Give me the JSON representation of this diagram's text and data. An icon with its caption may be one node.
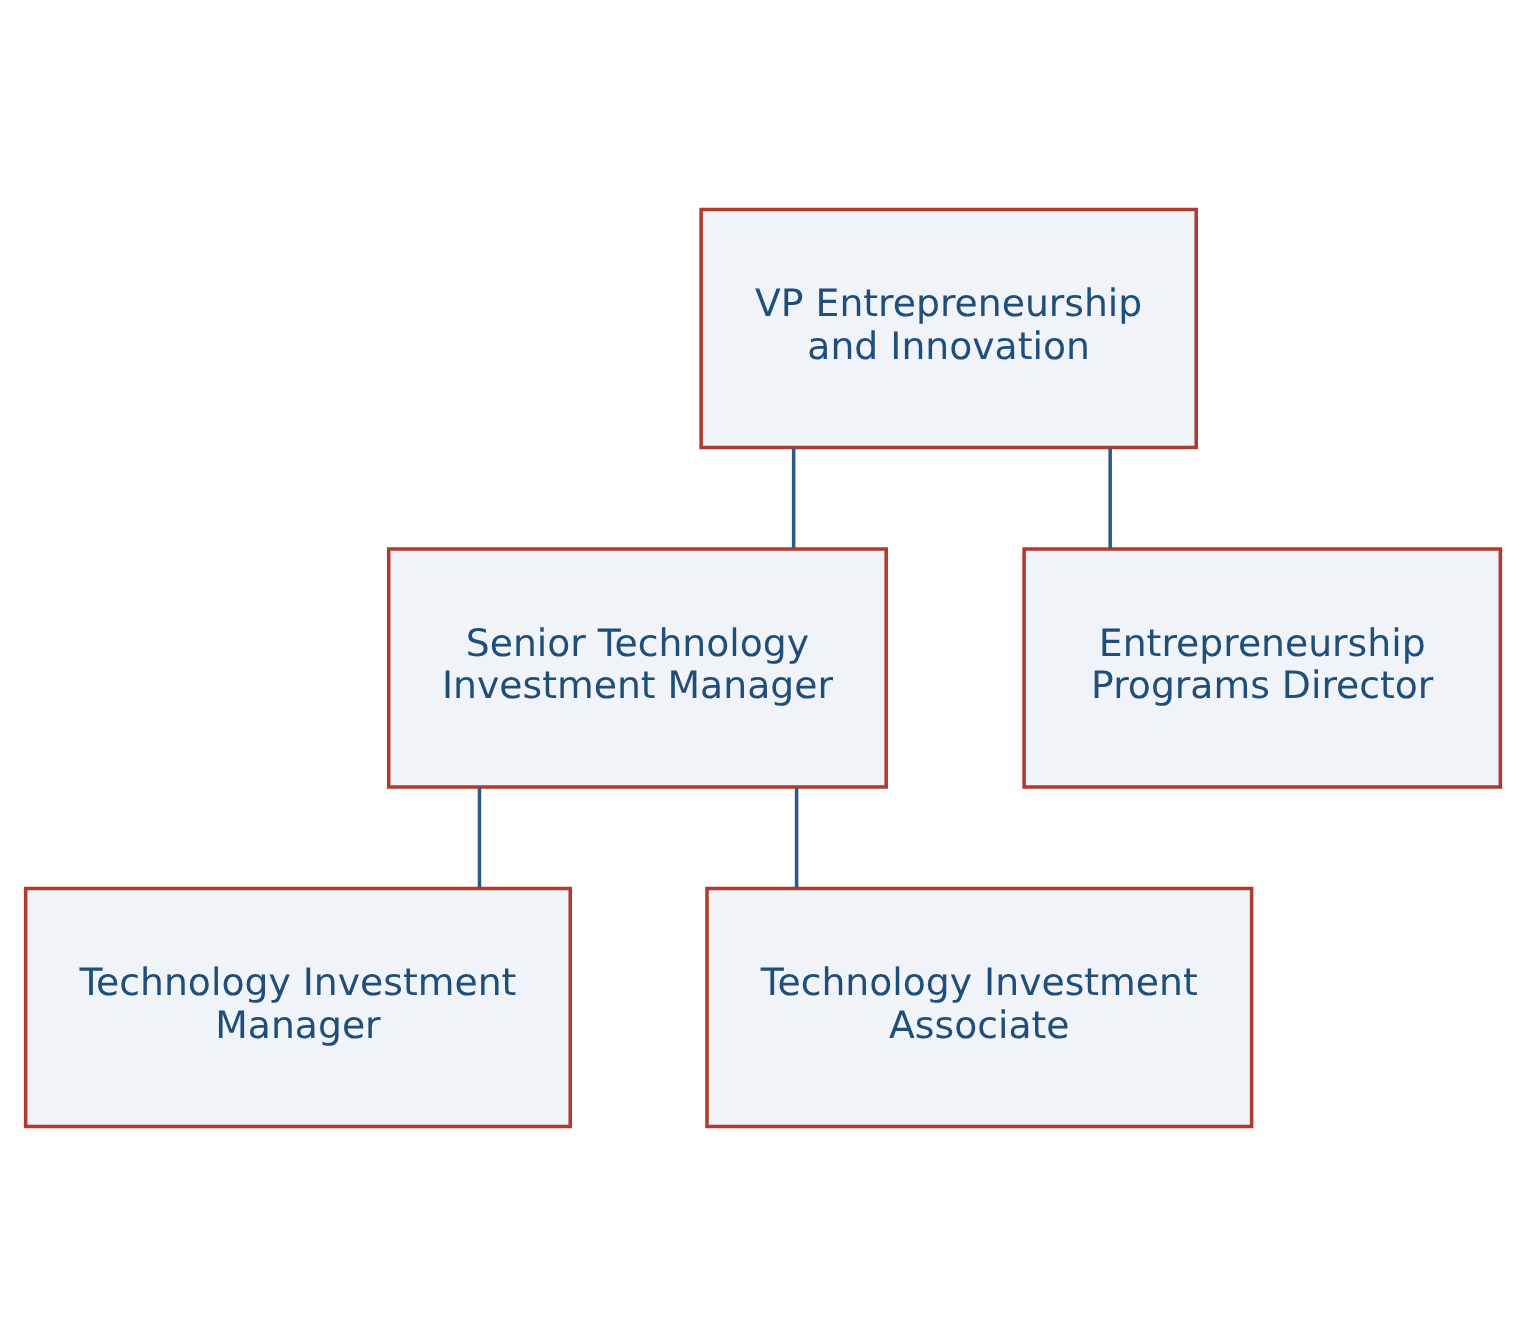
{
  "diagram": {
    "nodes": [
      {
        "text": [
          "VP Entrepreneurship and Innovation"
        ]
      },
      {
        "text": [
          "Senior Technology Investment Manager"
        ]
      },
      {
        "text": [
          "Entrepreneurship Programs Director"
        ]
      },
      {
        "text": [
          "Technology Investment Manager"
        ]
      },
      {
        "text": [
          "Technology Investment Associate"
        ]
      }
    ],
    "edges": [
      {
        "from": 0,
        "to": 1,
        "arrow": "none"
      },
      {
        "from": 0,
        "to": 2,
        "arrow": "none"
      },
      {
        "from": 1,
        "to": 3,
        "arrow": "none"
      },
      {
        "from": 1,
        "to": 4,
        "arrow": "none"
      }
    ]
  }
}
